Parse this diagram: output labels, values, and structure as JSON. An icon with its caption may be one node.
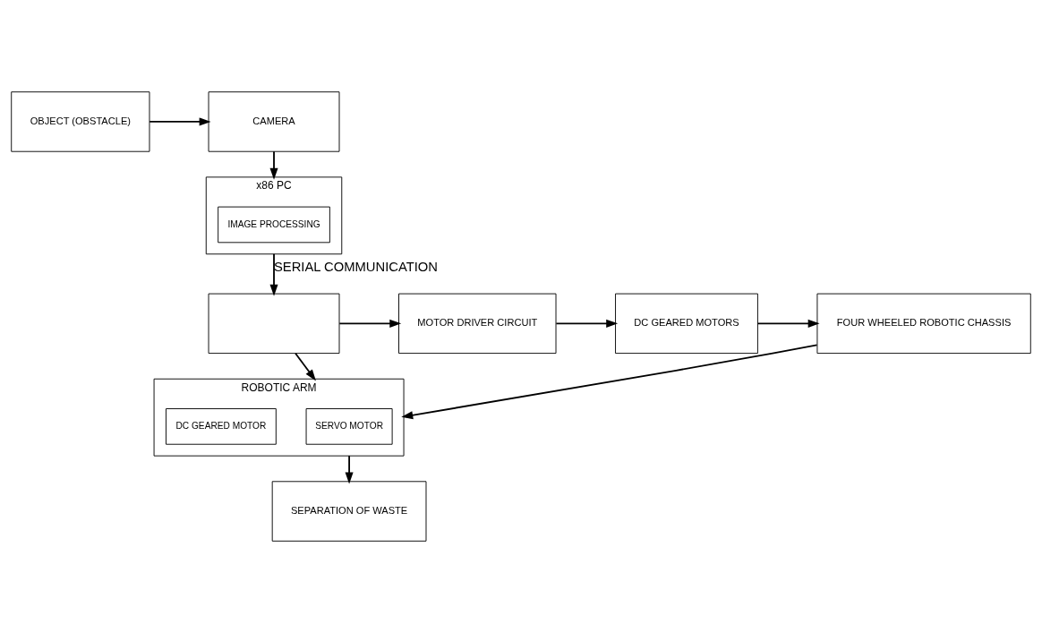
{
  "diagram": {
    "nodes": [
      {
        "text": [
          "OBJECT (OBSTACLE)"
        ]
      },
      {
        "text": [
          "CAMERA"
        ]
      },
      {
        "text": [
          "x86 PC"
        ]
      },
      {
        "text": [
          "IMAGE PROCESSING"
        ],
        "in": 2
      },
      {
        "text": [],
        "shape": "box"
      },
      {
        "text": [
          "MOTOR DRIVER CIRCUIT"
        ]
      },
      {
        "text": [
          "DC GEARED MOTORS"
        ]
      },
      {
        "text": [
          "FOUR WHEELED ROBOTIC CHASSIS"
        ]
      },
      {
        "text": [
          "ROBOTIC ARM"
        ]
      },
      {
        "text": [
          "SERVO MOTOR"
        ],
        "in": 8
      },
      {
        "text": [
          "DC GEARED MOTOR"
        ],
        "in": 8
      },
      {
        "text": [
          "SEPARATION OF WASTE"
        ]
      }
    ],
    "edges": [
      {
        "from": 0,
        "to": 1,
        "arrow": "to"
      },
      {
        "from": 1,
        "to": 2,
        "arrow": "to"
      },
      {
        "from": 2,
        "to": 4,
        "arrow": "to",
        "label": "SERIAL COMMUNICATION"
      },
      {
        "from": 4,
        "to": 5,
        "arrow": "to"
      },
      {
        "from": 5,
        "to": 6,
        "arrow": "to"
      },
      {
        "from": 6,
        "to": 7,
        "arrow": "to"
      },
      {
        "from": 7,
        "to": 8,
        "arrow": "to"
      },
      {
        "from": 4,
        "to": 8,
        "arrow": "to"
      },
      {
        "from": 8,
        "to": 11,
        "arrow": "to"
      }
    ]
  }
}
